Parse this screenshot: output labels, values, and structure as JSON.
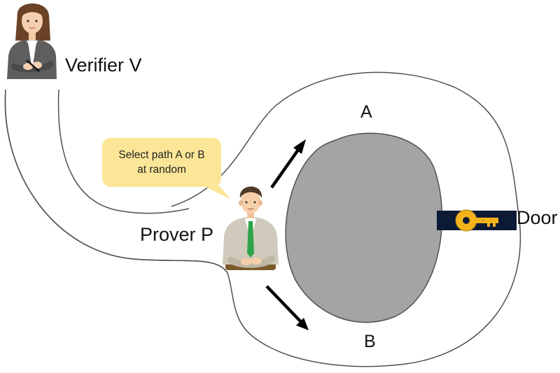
{
  "verifier": {
    "label": "Verifier V",
    "avatar_icon": "female-person-icon"
  },
  "prover": {
    "label": "Prover P",
    "avatar_icon": "male-person-icon"
  },
  "speech_bubble": {
    "line1": "Select path A or B",
    "line2": "at random"
  },
  "paths": {
    "a_label": "A",
    "b_label": "B"
  },
  "door": {
    "label": "Door",
    "key_icon": "key-icon"
  },
  "colors": {
    "cave_center": "#a4a4a4",
    "cave_outline": "#505050",
    "bubble_fill": "#fbe697",
    "door_bar": "#0c1a36",
    "key_gold": "#f2b31b",
    "suit_gray": "#5e5e5e",
    "suit_beige": "#cfcabb",
    "tie_green": "#2fa34a"
  }
}
